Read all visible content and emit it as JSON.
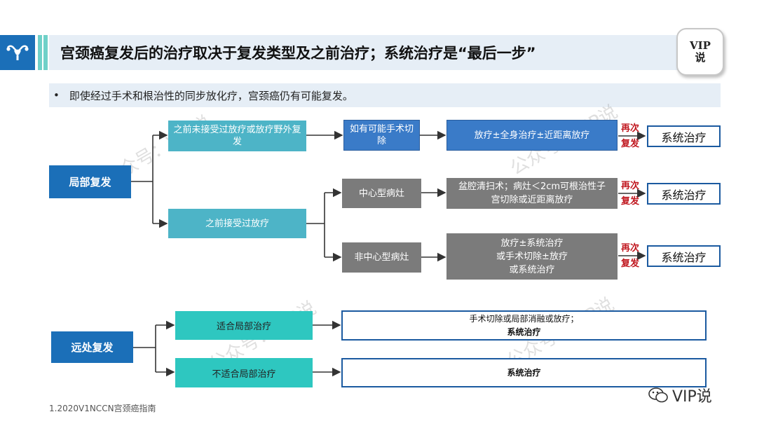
{
  "header": {
    "title": "宫颈癌复发后的治疗取决于复发类型及之前治疗；系统治疗是“最后一步”",
    "logo": "uterus-icon",
    "badge_line1": "VIP",
    "badge_line2": "说"
  },
  "bullet": "即使经过手术和根治性的同步放化疗，宫颈癌仍有可能复发。",
  "flow": {
    "local": "局部复发",
    "no_prior_rt": "之前未接受过放疗或放疗野外复发",
    "surgery_if_possible": "如有可能手术切除",
    "rt_systemic_brachy": "放疗±全身治疗±近距离放疗",
    "prior_rt": "之前接受过放疗",
    "central": "中心型病灶",
    "central_tx_line1": "盆腔清扫术；病灶＜2cm可根治性子",
    "central_tx_line2": "宫切除或近距离放疗",
    "noncentral": "非中心型病灶",
    "noncentral_tx_line1": "放疗±系统治疗",
    "noncentral_tx_line2": "或手术切除±放疗",
    "noncentral_tx_line3": "或系统治疗",
    "recur_line1": "再次",
    "recur_line2": "复发",
    "systemic": "系统治疗",
    "distant": "远处复发",
    "local_ok": "适合局部治疗",
    "local_ok_tx_line1": "手术切除或局部消融或放疗；",
    "local_ok_tx_line2": "系统治疗",
    "local_not_ok": "不适合局部治疗",
    "local_not_ok_tx": "系统治疗"
  },
  "footnote": "1.2020V1NCCN宫颈癌指南",
  "wechat": "VIP说",
  "watermark": "公众号：VIP说",
  "colors": {
    "brand_blue": "#1b6fb8",
    "teal": "#4db4c7",
    "grey": "#7b7b7b",
    "cyan": "#2ec7c0",
    "red": "#c0161e"
  }
}
